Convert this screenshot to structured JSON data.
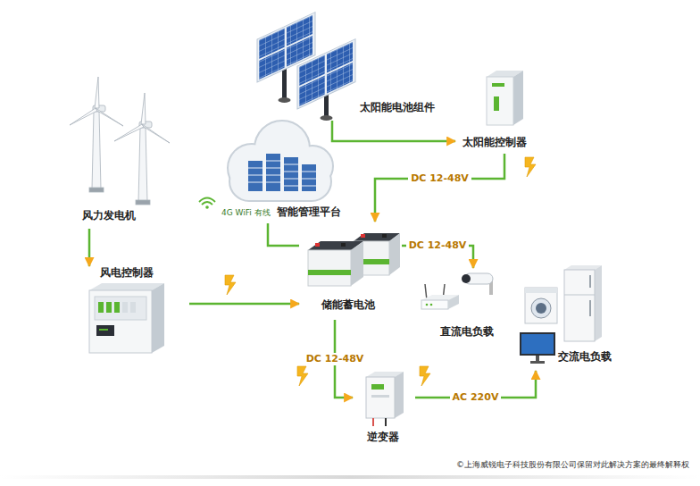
{
  "diagram": {
    "caption": "©上海威锐电子科技股份有限公司保留对此解决方案的最终解释权",
    "nodes": [
      {
        "text": [
          "太阳能电池组件"
        ]
      },
      {
        "text": [
          "太阳能控制器"
        ]
      },
      {
        "text": [
          "智能管理平台",
          "4G WiFi 有线"
        ]
      },
      {
        "text": [
          "风力发电机"
        ]
      },
      {
        "text": [
          "储能蓄电池"
        ]
      },
      {
        "text": [
          "风电控制器"
        ]
      },
      {
        "text": [
          "直流电负载"
        ]
      },
      {
        "text": [
          "交流电负载"
        ]
      },
      {
        "text": [
          "逆变器"
        ]
      }
    ],
    "edges": [
      {
        "from": 0,
        "to": 1,
        "arrow": "to"
      },
      {
        "from": 1,
        "to": 4,
        "label": "DC 12-48V",
        "arrow": "to"
      },
      {
        "from": 4,
        "to": 6,
        "label": "DC 12-48V",
        "arrow": "to"
      },
      {
        "from": 3,
        "to": 5,
        "arrow": "to"
      },
      {
        "from": 5,
        "to": 4,
        "arrow": "to"
      },
      {
        "from": 4,
        "to": 8,
        "label": "DC 12-48V",
        "arrow": "to"
      },
      {
        "from": 8,
        "to": 7,
        "label": "AC 220V",
        "arrow": "to"
      },
      {
        "from": 2,
        "to": 4,
        "arrow": "none"
      }
    ]
  }
}
